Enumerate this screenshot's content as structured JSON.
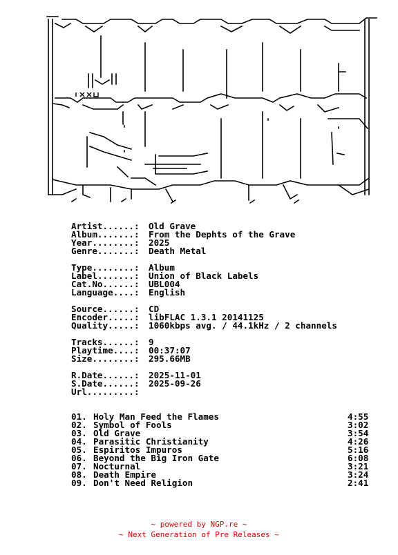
{
  "logo": {
    "icon": "gothic-ascii-art-logo"
  },
  "info_blocks": [
    [
      {
        "key": "Artist......:",
        "value": "Old Grave"
      },
      {
        "key": "Album.......:",
        "value": "From the Dephts of the Grave"
      },
      {
        "key": "Year........:",
        "value": "2025"
      },
      {
        "key": "Genre.......:",
        "value": "Death Metal"
      }
    ],
    [
      {
        "key": "Type........:",
        "value": "Album"
      },
      {
        "key": "Label.......:",
        "value": "Union of Black Labels"
      },
      {
        "key": "Cat.No......:",
        "value": "UBL004"
      },
      {
        "key": "Language....:",
        "value": "English"
      }
    ],
    [
      {
        "key": "Source......:",
        "value": "CD"
      },
      {
        "key": "Encoder.....:",
        "value": "libFLAC 1.3.1 20141125"
      },
      {
        "key": "Quality.....:",
        "value": "1060kbps avg. / 44.1kHz / 2 channels"
      }
    ],
    [
      {
        "key": "Tracks......:",
        "value": "9"
      },
      {
        "key": "Playtime....:",
        "value": "00:37:07"
      },
      {
        "key": "Size........:",
        "value": "295.66MB"
      }
    ],
    [
      {
        "key": "R.Date......:",
        "value": "2025-11-01"
      },
      {
        "key": "S.Date......:",
        "value": "2025-09-26"
      },
      {
        "key": "Url.........:",
        "value": ""
      }
    ]
  ],
  "tracks": [
    {
      "num": "01.",
      "title": "Holy Man Feed the Flames",
      "duration": "4:55"
    },
    {
      "num": "02.",
      "title": "Symbol of Fools",
      "duration": "3:02"
    },
    {
      "num": "03.",
      "title": "Old Grave",
      "duration": "3:54"
    },
    {
      "num": "04.",
      "title": "Parasitic Christianity",
      "duration": "4:26"
    },
    {
      "num": "05.",
      "title": "Espiritos Impuros",
      "duration": "5:16"
    },
    {
      "num": "06.",
      "title": "Beyond the Big Iron Gate",
      "duration": "6:08"
    },
    {
      "num": "07.",
      "title": "Nocturnal",
      "duration": "3:21"
    },
    {
      "num": "08.",
      "title": "Death Empire",
      "duration": "3:24"
    },
    {
      "num": "09.",
      "title": "Don't Need Religion",
      "duration": "2:41"
    }
  ],
  "footer": {
    "line1": "~ powered by NGP.re ~",
    "line2": "~ Next Generation of Pre Releases ~"
  },
  "colors": {
    "text": "#000000",
    "footer": "#e00000",
    "background": "#ffffff"
  }
}
